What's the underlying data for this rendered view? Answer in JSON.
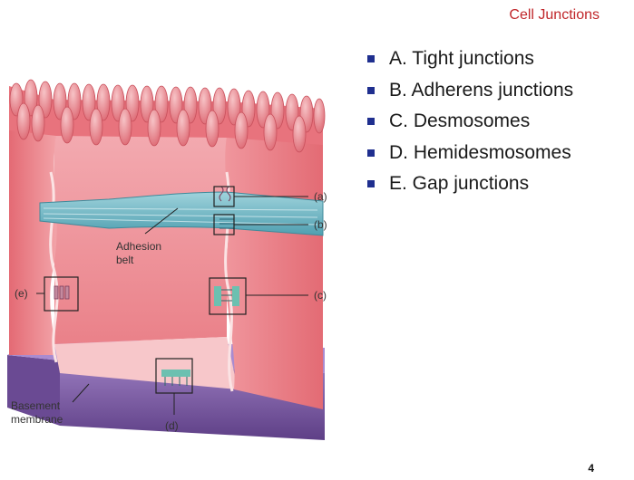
{
  "slide": {
    "title": "Cell Junctions",
    "page_number": "4"
  },
  "bullets": [
    "A. Tight junctions",
    "B. Adherens junctions",
    "C. Desmosomes",
    "D. Hemidesmosomes",
    "E. Gap junctions"
  ],
  "figure": {
    "labels": {
      "a": "(a)",
      "b": "(b)",
      "c": "(c)",
      "d": "(d)",
      "e": "(e)",
      "adhesion_line1": "Adhesion",
      "adhesion_line2": "belt",
      "basement_line1": "Basement",
      "basement_line2": "membrane"
    }
  },
  "colors": {
    "title": "#c0262a",
    "bullet": "#1f2f8f",
    "cell_pink": "#e9747e",
    "cell_light": "#f4a6ab",
    "membrane_purple": "#7d5aa0",
    "belt_teal": "#6fb7c4"
  }
}
